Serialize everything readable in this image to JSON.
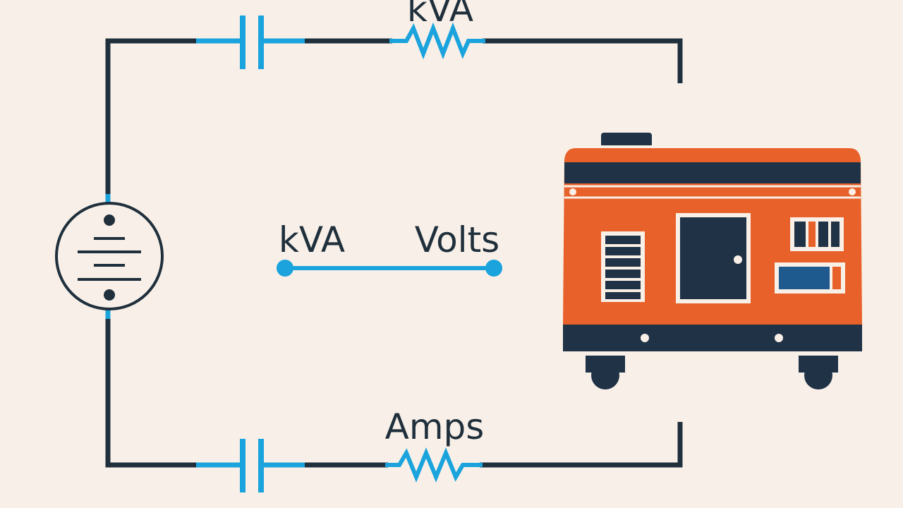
{
  "diagram": {
    "title_label": "kVA",
    "left_label": "kVA",
    "right_label": "Volts",
    "bottom_label": "Amps"
  },
  "colors": {
    "background": "#f8f0e8",
    "wire": "#1f2f3c",
    "accent_blue": "#1aa3dc",
    "generator_orange": "#e8612a",
    "generator_dark": "#1f3246",
    "generator_cream": "#f8efe6",
    "panel_blue": "#1f5a8f"
  },
  "icons": {
    "source": "ac-source-icon",
    "generator": "generator-icon",
    "capacitor": "capacitor-icon",
    "resistor": "resistor-icon"
  }
}
